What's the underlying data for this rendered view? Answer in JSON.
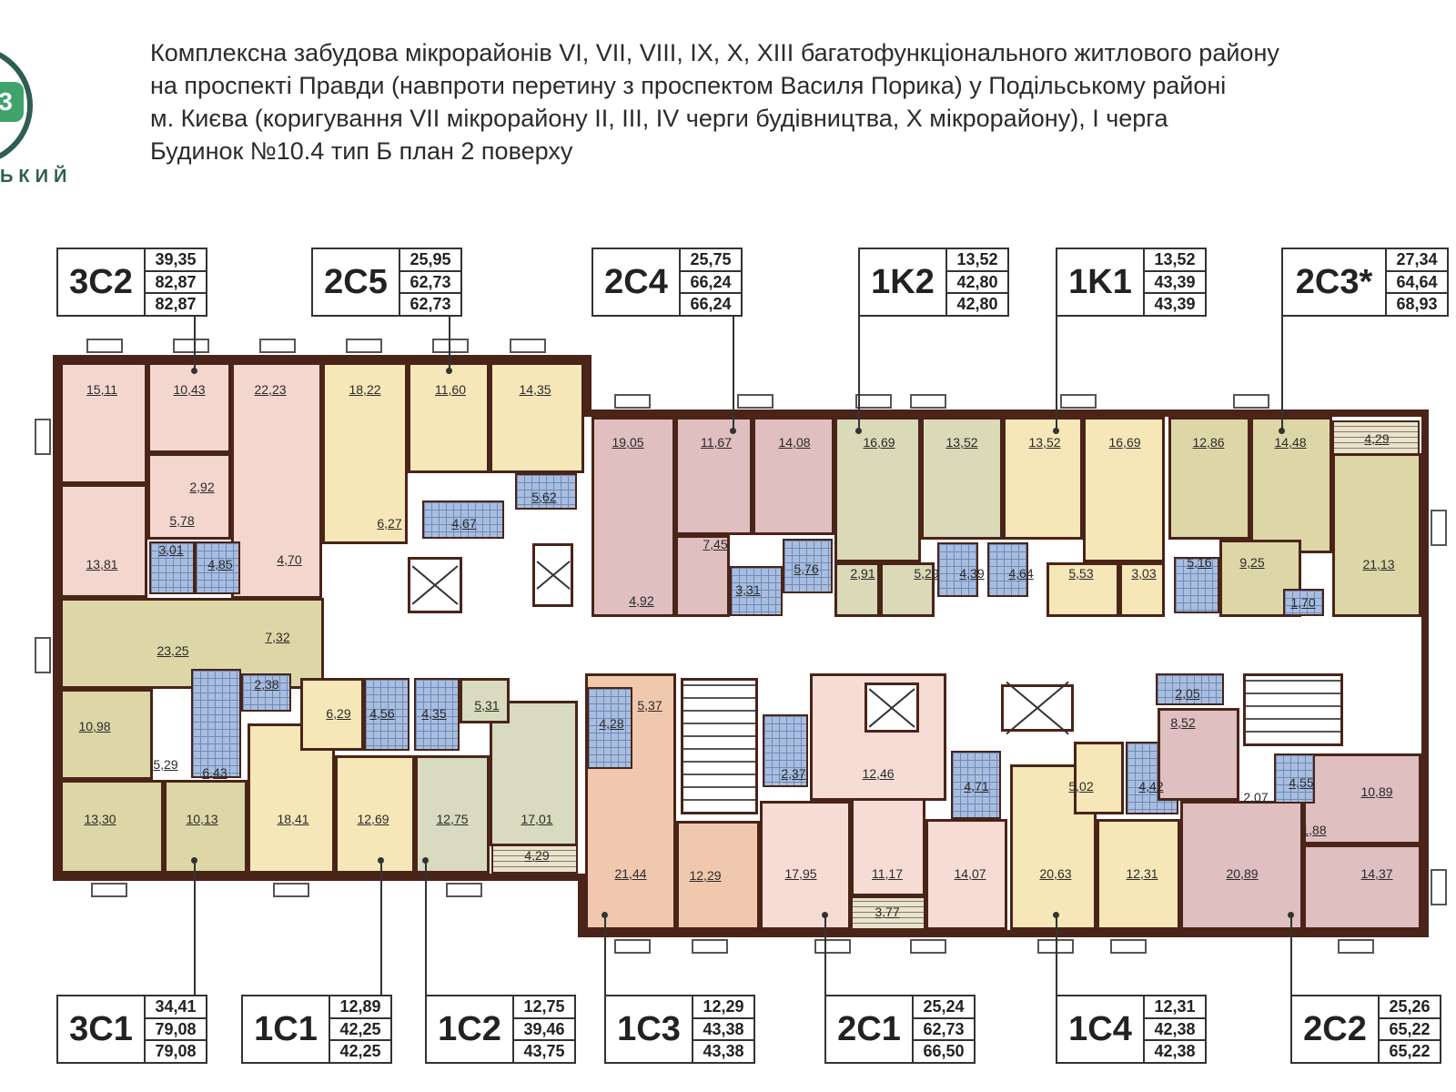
{
  "header": {
    "logo_text": "ЬКИЙ",
    "logo_badge": "3",
    "title_lines": [
      "Комплексна забудова мікрорайонів VI, VII, VIII, IX, X, XIII багатофункціонального житлового району",
      "на проспекті Правди (навпроти перетину з проспектом Василя Порика) у Подільському районі",
      "м. Києва (коригування VII мікрорайону  II, III, IV черги будівництва, X мікрорайону), I черга",
      "Будинок №10.4  тип Б  план 2 поверху"
    ]
  },
  "apartments_top": [
    {
      "code": "3C2",
      "v1": "39,35",
      "v2": "82,87",
      "v3": "82,87"
    },
    {
      "code": "2C5",
      "v1": "25,95",
      "v2": "62,73",
      "v3": "62,73"
    },
    {
      "code": "2C4",
      "v1": "25,75",
      "v2": "66,24",
      "v3": "66,24"
    },
    {
      "code": "1K2",
      "v1": "13,52",
      "v2": "42,80",
      "v3": "42,80"
    },
    {
      "code": "1K1",
      "v1": "13,52",
      "v2": "43,39",
      "v3": "43,39"
    },
    {
      "code": "2C3*",
      "v1": "27,34",
      "v2": "64,64",
      "v3": "68,93"
    }
  ],
  "apartments_bottom": [
    {
      "code": "3C1",
      "v1": "34,41",
      "v2": "79,08",
      "v3": "79,08"
    },
    {
      "code": "1C1",
      "v1": "12,89",
      "v2": "42,25",
      "v3": "42,25"
    },
    {
      "code": "1C2",
      "v1": "12,75",
      "v2": "39,46",
      "v3": "43,75"
    },
    {
      "code": "1C3",
      "v1": "12,29",
      "v2": "43,38",
      "v3": "43,38"
    },
    {
      "code": "2C1",
      "v1": "25,24",
      "v2": "62,73",
      "v3": "66,50"
    },
    {
      "code": "1C4",
      "v1": "12,31",
      "v2": "42,38",
      "v3": "42,38"
    },
    {
      "code": "2C2",
      "v1": "25,26",
      "v2": "65,22",
      "v3": "65,22"
    }
  ],
  "room_areas": {
    "r01": "15,11",
    "r02": "10,43",
    "r03": "22,23",
    "r04": "2,92",
    "r05": "5,78",
    "r06": "13,81",
    "r07": "3,01",
    "r08": "4,85",
    "r09": "4,70",
    "r10": "18,22",
    "r11": "11,60",
    "r12": "14,35",
    "r13": "6,27",
    "r14": "4,67",
    "r15": "5,62",
    "r16": "19,05",
    "r17": "11,67",
    "r18": "14,08",
    "r19": "7,45",
    "r20": "4,92",
    "r21": "3,31",
    "r22": "5,76",
    "r23": "16,69",
    "r24": "13,52",
    "r25": "2,91",
    "r26": "5,29",
    "r27": "4,39",
    "r28": "4,64",
    "r29": "13,52",
    "r30": "16,69",
    "r31": "5,53",
    "r32": "3,03",
    "r33": "12,86",
    "r34": "14,48",
    "r35": "4,29",
    "r36": "5,16",
    "r37": "9,25",
    "r38": "21,13",
    "r39": "1,70",
    "r40": "23,25",
    "r41": "7,32",
    "r42": "2,38",
    "r43": "10,98",
    "r44": "6,43",
    "r45": "5,29",
    "r46": "6,29",
    "r47": "4,56",
    "r48": "4,35",
    "r49": "5,31",
    "r50": "4,28",
    "r51": "5,37",
    "r52": "13,30",
    "r53": "10,13",
    "r54": "18,41",
    "r55": "12,69",
    "r56": "12,75",
    "r57": "17,01",
    "r58": "4,29",
    "r59": "21,44",
    "r60": "12,29",
    "r61": "2,37",
    "r62": "12,46",
    "r63": "4,71",
    "r64": "5,02",
    "r65": "4,42",
    "r66": "2,05",
    "r67": "8,52",
    "r68": "2,07",
    "r69": "4,55",
    "r70": "10,89",
    "r71": "1,88",
    "r72": "17,95",
    "r73": "11,17",
    "r74": "3,77",
    "r75": "14,07",
    "r76": "20,63",
    "r77": "12,31",
    "r78": "20,89",
    "r79": "14,37"
  }
}
